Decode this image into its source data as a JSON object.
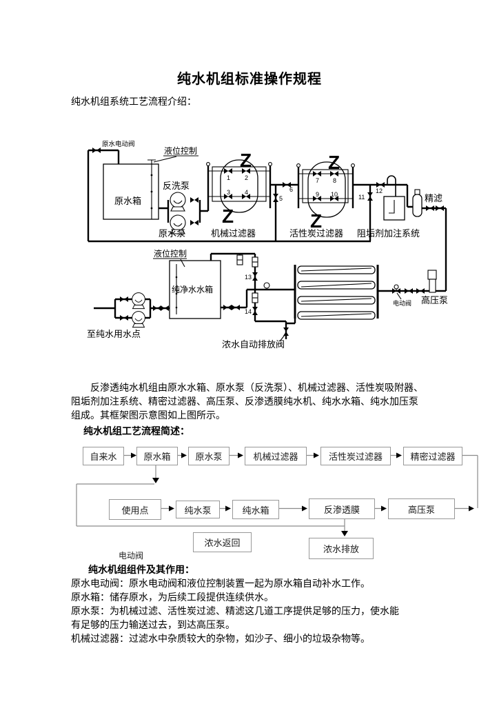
{
  "doc": {
    "title": "纯水机组标准操作规程",
    "intro": "纯水机组系统工艺流程介绍："
  },
  "diagram": {
    "labels": {
      "raw_water_motor_valve": "原水电动阀",
      "level_control_top": "液位控制",
      "raw_water_tank": "原水箱",
      "backwash_pump": "反洗泵",
      "raw_water_pump": "原水泵",
      "mechanical_filter": "机械过滤器",
      "carbon_filter": "活性炭过滤器",
      "dosing_system": "阻垢剂加注系统",
      "fine_filter": "精滤",
      "level_control_bottom": "液位控制",
      "pure_water_tank": "纯净水水箱",
      "to_use_point": "至纯水用水点",
      "auto_drain_valve": "浓水自动排放阀",
      "electric_valve": "电动阀",
      "high_pressure_pump": "高压泵"
    },
    "valve_numbers": [
      "1",
      "2",
      "3",
      "4",
      "5",
      "6",
      "7",
      "8",
      "9",
      "10",
      "11",
      "12",
      "13",
      "14"
    ]
  },
  "paragraph": {
    "lines": [
      "反渗透纯水机组由原水水箱、原水泵（反洗泵）、机械过滤器、活性炭吸附器、",
      "阻垢剂加注系统、精密过滤器、高压泵、反渗透膜纯水机、纯水水箱、纯水加压泵",
      "组成。其框架图示意图如上图所示。"
    ],
    "subtitle": "纯水机组工艺流程简述："
  },
  "flowchart": {
    "row1": [
      {
        "label": "自来水"
      },
      {
        "label": "原水箱"
      },
      {
        "label": "原水泵"
      },
      {
        "label": "机械过滤器"
      },
      {
        "label": "活性炭过滤器"
      },
      {
        "label": "精密过滤器"
      }
    ],
    "row2": [
      {
        "label": "使用点"
      },
      {
        "label": "纯水泵"
      },
      {
        "label": "纯水箱"
      },
      {
        "label": "反渗透膜"
      },
      {
        "label": "高压泵"
      }
    ],
    "extra": [
      {
        "label": "浓水返回"
      },
      {
        "label": "浓水排放"
      }
    ],
    "caption": "电动阀"
  },
  "components": {
    "heading": "纯水机组组件及其作用：",
    "lines": [
      "原水电动阀：原水电动阀和液位控制装置一起为原水箱自动补水工作。",
      "原水箱：储存原水，为后续工段提供连续供水。",
      "原水泵：为机械过滤、活性炭过滤、精滤这几道工序提供足够的压力，使水能",
      "有足够的压力输送过去，到达高压泵。",
      "机械过滤器：过滤水中杂质较大的杂物，如沙子、细小的垃圾杂物等。"
    ]
  }
}
